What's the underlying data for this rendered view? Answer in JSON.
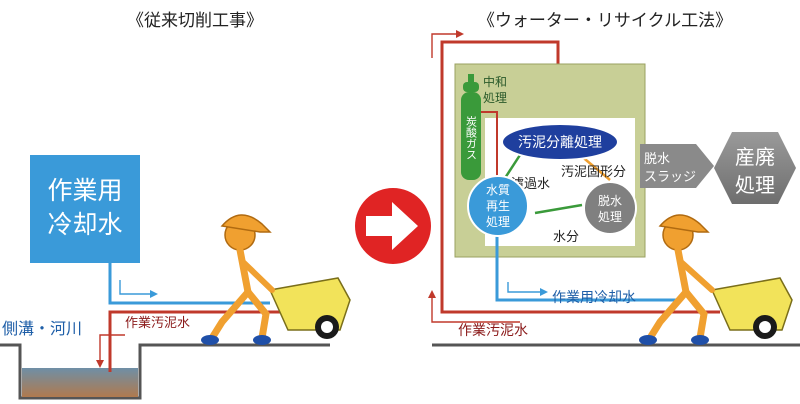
{
  "left": {
    "title": "《従来切削工事》",
    "water_box_line1": "作業用",
    "water_box_line2": "冷却水",
    "ditch_label": "側溝・河川",
    "sludge_label": "作業汚泥水"
  },
  "right": {
    "title": "《ウォーター・リサイクル工法》",
    "neutral_line1": "中和",
    "neutral_line2": "処理",
    "co2_label": "炭酸ガス",
    "separation_label": "汚泥分離処理",
    "solid_label": "汚泥固形分",
    "filtered_label": "濾過水",
    "regen_line1": "水質",
    "regen_line2": "再生",
    "regen_line3": "処理",
    "dewater_line1": "脱水",
    "dewater_line2": "処理",
    "moisture_label": "水分",
    "sludge_arrow_line1": "脱水",
    "sludge_arrow_line2": "スラッジ",
    "industrial_line1": "産廃",
    "industrial_line2": "処理",
    "cooling_label": "作業用冷却水",
    "sludge_water_label": "作業汚泥水"
  },
  "colors": {
    "blue": "#3a9ad9",
    "red": "#c0392b",
    "dark_red": "#8b1a1a",
    "olive_panel": "#c8cf96",
    "green": "#3a9a3a",
    "navy_ellipse": "#1f3f9e",
    "gray": "#808080",
    "worker_orange": "#f0a030",
    "cart_yellow": "#f2e35a",
    "arrow_red": "#e02424"
  }
}
